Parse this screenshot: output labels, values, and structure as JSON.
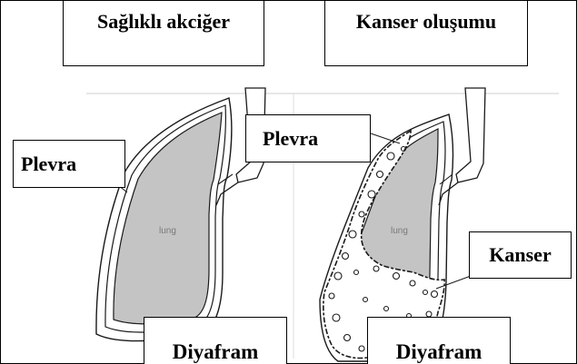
{
  "headers": {
    "healthy": "Sağlıklı akciğer",
    "cancer": "Kanser oluşumu"
  },
  "labels": {
    "plevra_left": "Plevra",
    "plevra_right": "Plevra",
    "kanser": "Kanser",
    "diyafram_left": "Diyafram",
    "diyafram_right": "Diyafram"
  },
  "organ_text": {
    "left": "lung",
    "right": "lung"
  },
  "colors": {
    "lung_fill": "#c4c4c4",
    "line": "#1a1a1a",
    "background": "#ffffff"
  }
}
